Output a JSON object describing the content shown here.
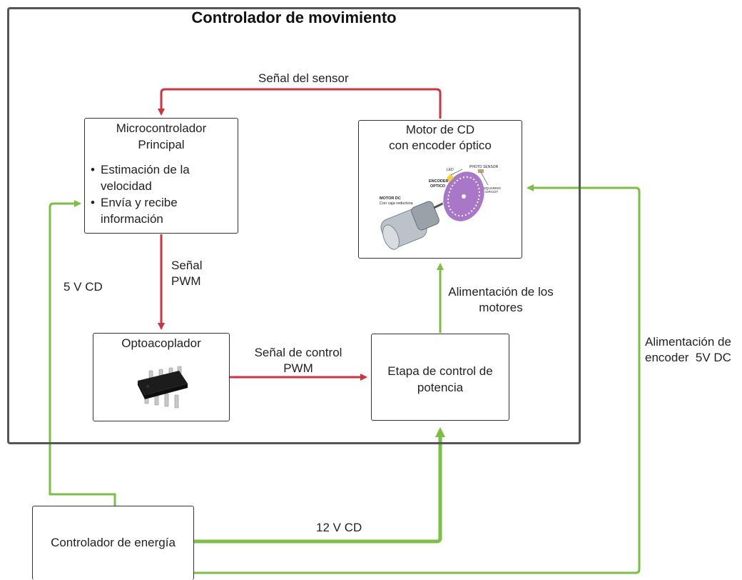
{
  "diagram": {
    "title": "Controlador de movimiento",
    "nodes": {
      "micro": {
        "title_line1": "Microcontrolador",
        "title_line2": "Principal",
        "bullets": [
          "Estimación de la velocidad",
          "Envía y recibe información"
        ]
      },
      "motor": {
        "title_line1": "Motor de CD",
        "title_line2": "con encoder óptico",
        "image_labels": {
          "encoder": "ENCODER",
          "optico": "OPTICO",
          "led": "LED",
          "photo": "PHOTO SENSOR",
          "squaring1": "SQUARING",
          "squaring2": "CIRCUIT",
          "motor1": "MOTOR DC",
          "motor2": "Con caja reductora"
        }
      },
      "opto": {
        "title": "Optoacoplador"
      },
      "etapa": {
        "line1": "Etapa de control de",
        "line2": "potencia"
      },
      "energia": {
        "title": "Controlador de energía"
      }
    },
    "edges": {
      "sensor": "Señal del sensor",
      "pwm_line1": "Señal",
      "pwm_line2": "PWM",
      "v5": "5 V CD",
      "control_line1": "Señal de control",
      "control_line2": "PWM",
      "motores_line1": "Alimentación de los",
      "motores_line2": "motores",
      "encoder_line1": "Alimentación de",
      "encoder_line2": "encoder  5V DC",
      "v12": "12 V CD"
    },
    "colors": {
      "signal": "#d0333f",
      "power": "#7cbf45",
      "encoder_disk": "#a977c8"
    }
  }
}
